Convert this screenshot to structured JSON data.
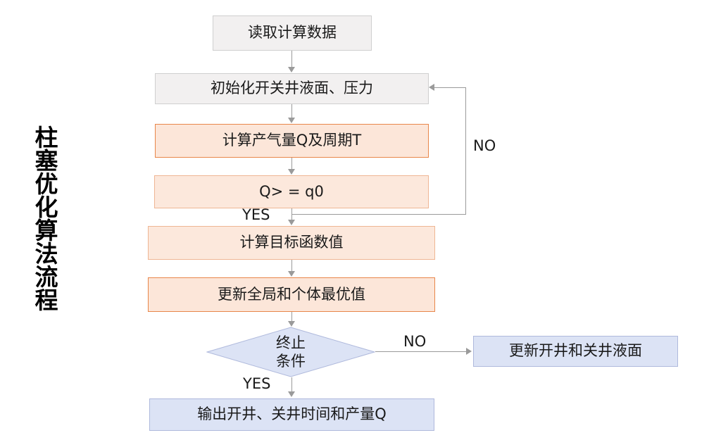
{
  "figure": {
    "side_title": "柱塞优化算法流程",
    "colors": {
      "gray_fill": "#F2F0F0",
      "gray_stroke": "#CFCFCF",
      "orange_fill": "#FCE6D9",
      "orange_stroke": "#E8864A",
      "blue_fill": "#DCE3F5",
      "blue_stroke": "#AFB9DC",
      "connector": "#9A9A9A",
      "text": "#1A1A1A",
      "background": "#FFFFFF"
    }
  },
  "nodes": {
    "read_data": "读取计算数据",
    "init": "初始化开关井液面、压力",
    "calc_q_t": "计算产气量Q及周期T",
    "condition_q": "Q> = q0",
    "objective": "计算目标函数值",
    "update_best": "更新全局和个体最优值",
    "terminate_line1": "终止",
    "terminate_line2": "条件",
    "update_levels": "更新开井和关井液面",
    "output": "输出开井、关井时间和产量Q"
  },
  "edges": {
    "no_loop": "NO",
    "yes_q": "YES",
    "no_terminate": "NO",
    "yes_terminate": "YES"
  }
}
